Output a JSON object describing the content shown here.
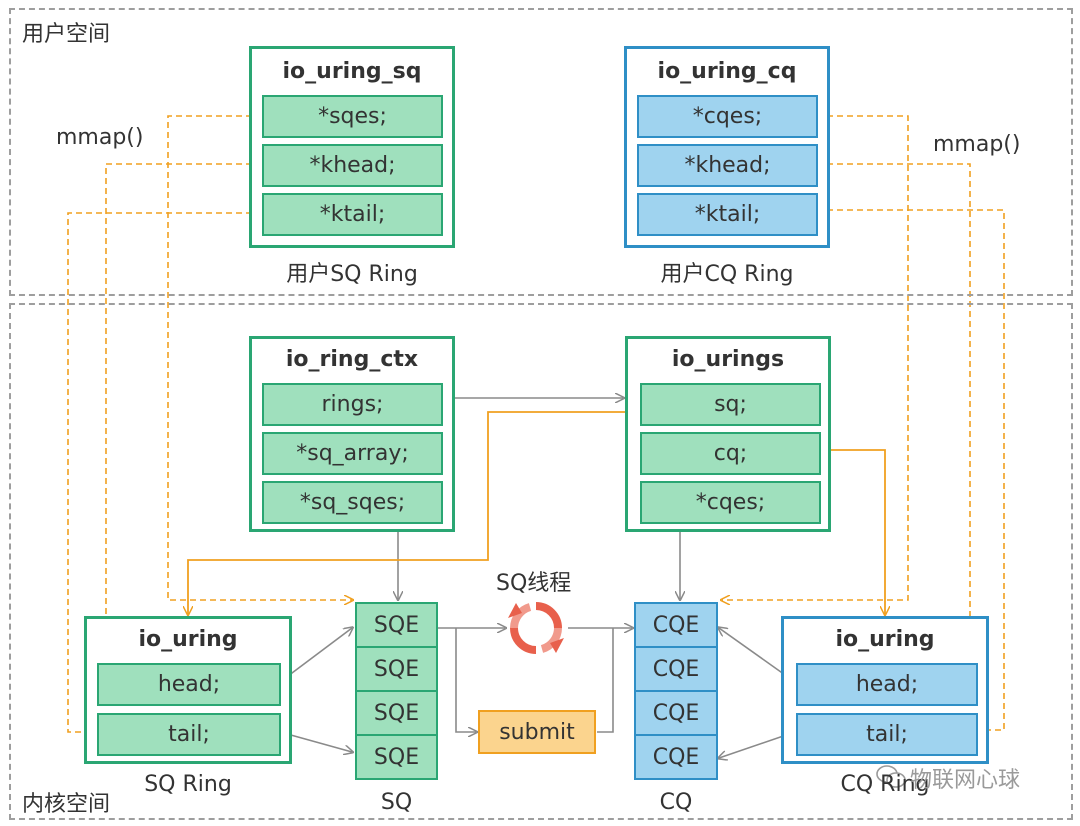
{
  "regions": {
    "user_space": "用户空间",
    "kernel_space": "内核空间"
  },
  "mmap_left": "mmap()",
  "mmap_right": "mmap()",
  "user_sq": {
    "title": "io_uring_sq",
    "fields": [
      "*sqes;",
      "*khead;",
      "*ktail;"
    ],
    "caption": "用户SQ Ring"
  },
  "user_cq": {
    "title": "io_uring_cq",
    "fields": [
      "*cqes;",
      "*khead;",
      "*ktail;"
    ],
    "caption": "用户CQ Ring"
  },
  "ring_ctx": {
    "title": "io_ring_ctx",
    "fields": [
      "rings;",
      "*sq_array;",
      "*sq_sqes;"
    ]
  },
  "urings": {
    "title": "io_urings",
    "fields": [
      "sq;",
      "cq;",
      "*cqes;"
    ]
  },
  "sq_ring": {
    "title": "io_uring",
    "fields": [
      "head;",
      "tail;"
    ],
    "caption": "SQ Ring"
  },
  "cq_ring": {
    "title": "io_uring",
    "fields": [
      "head;",
      "tail;"
    ],
    "caption": "CQ Ring"
  },
  "sq_column": {
    "cells": [
      "SQE",
      "SQE",
      "SQE",
      "SQE"
    ],
    "caption": "SQ"
  },
  "cq_column": {
    "cells": [
      "CQE",
      "CQE",
      "CQE",
      "CQE"
    ],
    "caption": "CQ"
  },
  "sq_thread": "SQ线程",
  "submit": "submit",
  "watermark": "物联网心球",
  "colors": {
    "green_border": "#2aa673",
    "green_fill": "#9fe0bd",
    "blue_border": "#2f8fc6",
    "blue_fill": "#9fd3ef",
    "orange": "#f0a020",
    "arrow_gray": "#8a8a8a",
    "thread_red": "#e8604c"
  },
  "icons": {
    "sq_thread": "refresh-cycle-icon",
    "watermark": "wechat-icon"
  }
}
